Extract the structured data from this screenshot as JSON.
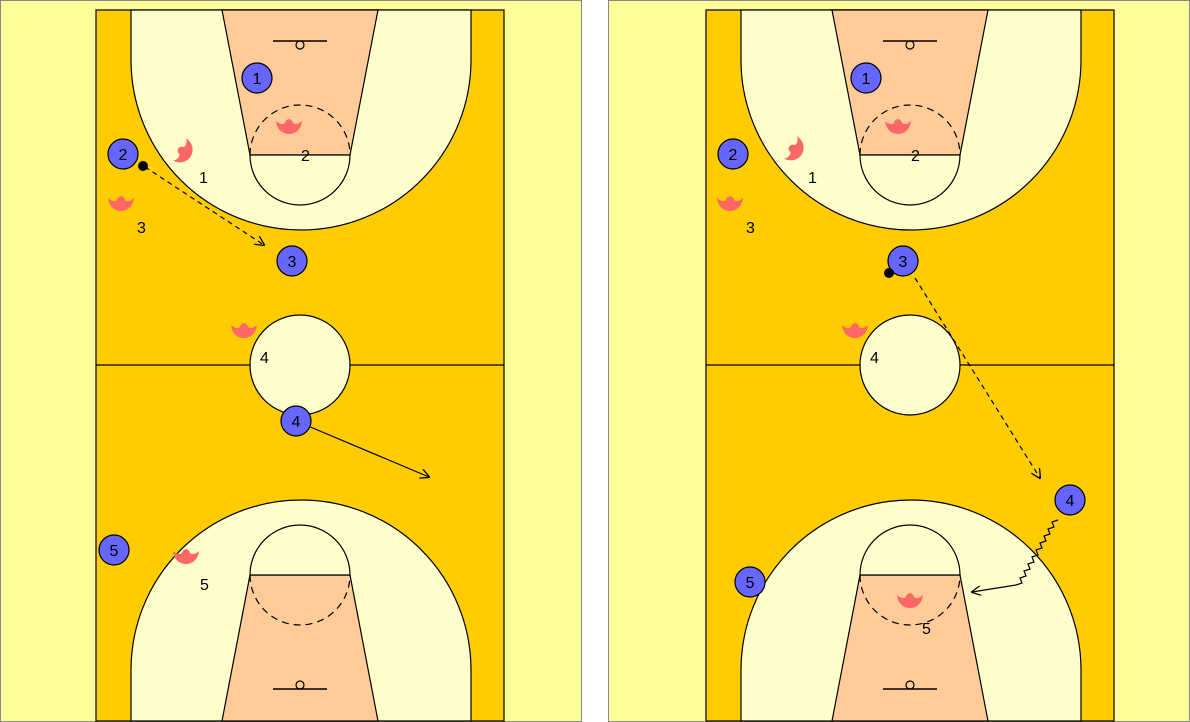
{
  "colors": {
    "background": "#FFFF99",
    "court": "#FFCC00",
    "three_point_area": "#FFFFCC",
    "key": "#FFCC99",
    "offense": "#6666FF",
    "defense": "#FF6666",
    "lines": "#000000"
  },
  "icons": {
    "offense": "player-circle-icon",
    "defense": "defender-icon",
    "ball": "ball-dot-icon",
    "basket": "basket-ring-icon"
  },
  "panels": [
    {
      "offense": [
        {
          "label": "1"
        },
        {
          "label": "2",
          "has_ball": true
        },
        {
          "label": "3"
        },
        {
          "label": "4"
        },
        {
          "label": "5"
        }
      ],
      "defense": [
        {
          "label": "1"
        },
        {
          "label": "2"
        },
        {
          "label": "3"
        },
        {
          "label": "4"
        },
        {
          "label": "5"
        }
      ],
      "actions": [
        {
          "type": "pass",
          "from": "2",
          "to": "3"
        },
        {
          "type": "cut",
          "player": "4"
        }
      ]
    },
    {
      "offense": [
        {
          "label": "1"
        },
        {
          "label": "2"
        },
        {
          "label": "3",
          "has_ball": true
        },
        {
          "label": "4"
        },
        {
          "label": "5"
        }
      ],
      "defense": [
        {
          "label": "1"
        },
        {
          "label": "2"
        },
        {
          "label": "3"
        },
        {
          "label": "4"
        },
        {
          "label": "5"
        }
      ],
      "actions": [
        {
          "type": "pass",
          "from": "3",
          "to": "4"
        },
        {
          "type": "dribble",
          "player": "4"
        }
      ]
    }
  ]
}
